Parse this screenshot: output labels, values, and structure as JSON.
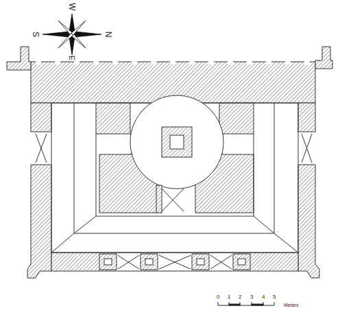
{
  "diagram": {
    "labels": [
      "W",
      "S",
      "N",
      "E",
      "0",
      "1",
      "2",
      "3",
      "4",
      "5",
      "Meters"
    ]
  }
}
